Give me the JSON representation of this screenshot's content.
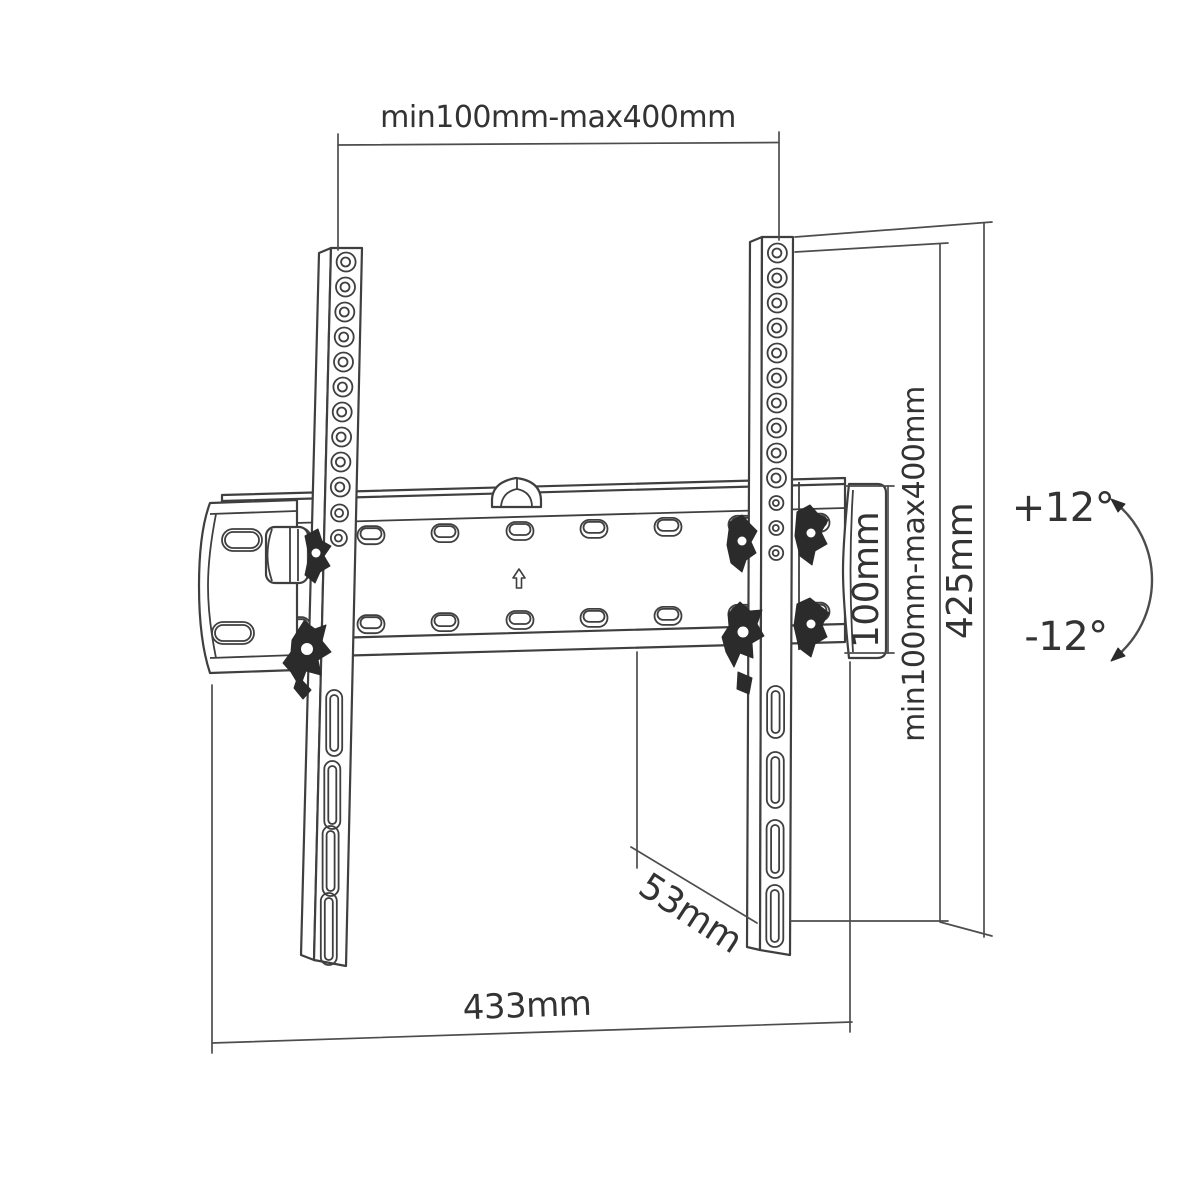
{
  "diagram": {
    "type": "technical-drawing",
    "subject": "Tilting TV wall mount bracket with dimension annotations"
  },
  "labels": {
    "vesa_width": "min100mm-max400mm",
    "vesa_height_min": "100mm",
    "vesa_height_range": "min100mm-max400mm",
    "overall_height": "425mm",
    "tilt_up": "+12°",
    "tilt_down": "-12°",
    "profile_depth": "53mm",
    "overall_width": "433mm"
  },
  "colors": {
    "line": "#3f3f3f",
    "dimension_line": "#4d4d4d",
    "text": "#333333",
    "background": "#ffffff"
  }
}
